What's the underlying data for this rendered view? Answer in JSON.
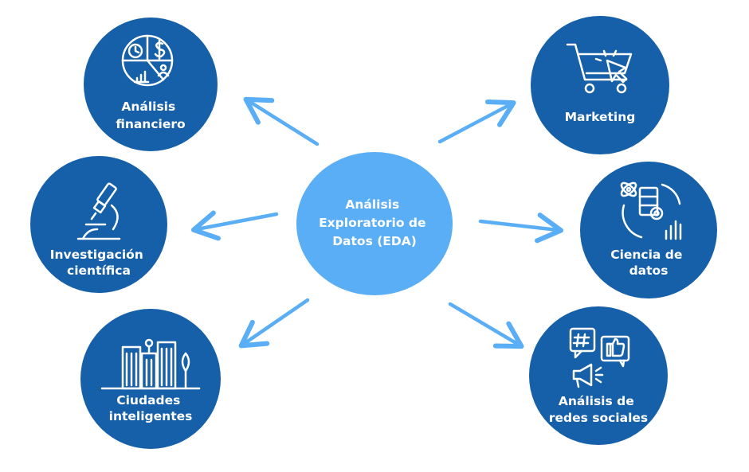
{
  "center": {
    "lines": [
      "Análisis",
      "Exploratorio de",
      "Datos (EDA)"
    ]
  },
  "nodes": {
    "financiero": {
      "lines": [
        "Análisis",
        "financiero"
      ],
      "icon": "finance-pie-icon"
    },
    "investigacion": {
      "lines": [
        "Investigación",
        "científica"
      ],
      "icon": "microscope-icon"
    },
    "ciudades": {
      "lines": [
        "Ciudades",
        "inteligentes"
      ],
      "icon": "city-buildings-icon"
    },
    "marketing": {
      "lines": [
        "Marketing"
      ],
      "icon": "shopping-cart-icon"
    },
    "ciencia": {
      "lines": [
        "Ciencia de",
        "datos"
      ],
      "icon": "data-science-icon"
    },
    "redes": {
      "lines": [
        "Análisis de",
        "redes sociales"
      ],
      "icon": "social-media-icon"
    }
  },
  "colors": {
    "node": "#1560a8",
    "center": "#5aaef5",
    "arrow": "#5aaef5",
    "text": "#ffffff"
  }
}
